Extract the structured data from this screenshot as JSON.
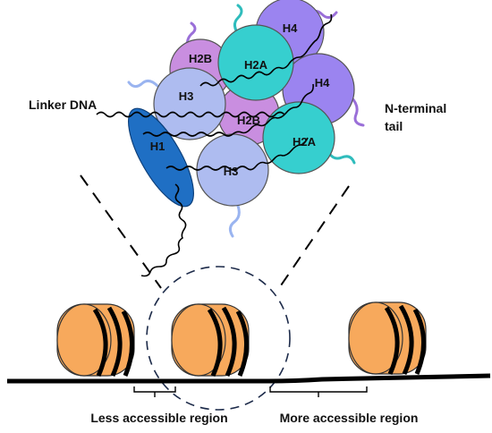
{
  "labels": {
    "linker_dna": "Linker DNA",
    "n_terminal_1": "N-terminal",
    "n_terminal_2": "tail",
    "less_accessible": "Less accessible region",
    "more_accessible": "More accessible region"
  },
  "histones": {
    "h4_top": "H4",
    "h2b_top": "H2B",
    "h2a_top": "H2A",
    "h3_left": "H3",
    "h4_right": "H4",
    "h2b_mid": "H2B",
    "h2a_right": "H2A",
    "h1": "H1",
    "h3_bottom": "H3"
  },
  "colors": {
    "h4": "#9b84f0",
    "h2a": "#36cfcf",
    "h2b": "#c98ee0",
    "h3": "#aebcf0",
    "h1": "#1f6fc4",
    "tail_purple": "#9a6fd8",
    "tail_teal": "#2fbcbc",
    "tail_blue": "#9ab4f0",
    "nucleosome": "#f7a95c",
    "dna": "#000000"
  }
}
